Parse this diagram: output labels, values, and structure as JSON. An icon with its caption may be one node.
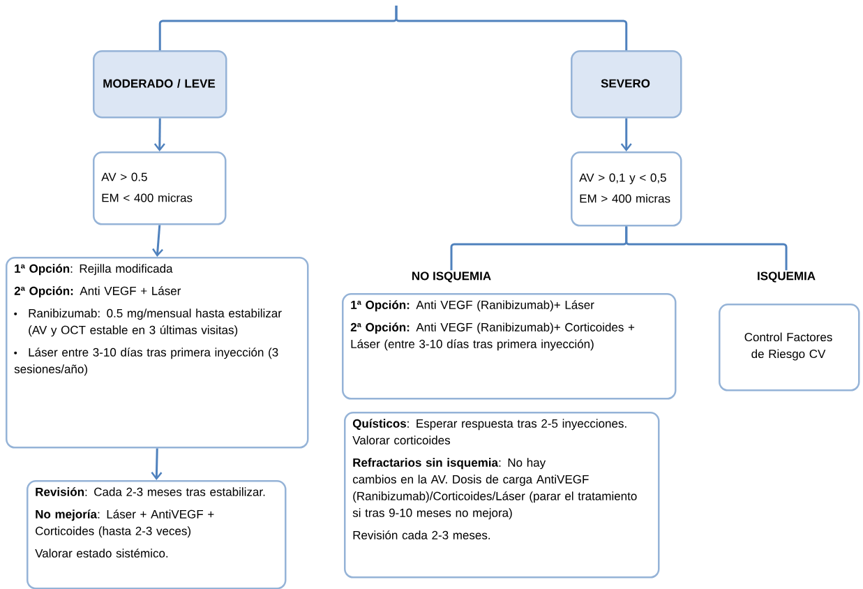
{
  "diagram": {
    "nodes": [
      {
        "text": [
          "MODERADO / LEVE"
        ]
      },
      {
        "text": [
          "SEVERO"
        ]
      },
      {
        "text": [
          "AV > 0.5",
          "EM < 400 micras"
        ]
      },
      {
        "text": [
          "AV > 0,1 y < 0,5",
          "EM > 400 micras"
        ]
      },
      {
        "text": [
          "**1ª Opción**: Rejilla modificada",
          "**2ª Opción:** Anti VEGF + Láser",
          "Ranibizumab: 0.5 mg/mensual hasta estabilizar (AV y OCT estable en 3 últimas visitas)",
          "Láser entre 3-10 días tras primera inyección (3 sesiones/año)"
        ]
      },
      {
        "text": [
          "**Revisión**: Cada 2-3 meses tras estabilizar.",
          "**No mejoría**: Láser + AntiVEGF + Corticoides (hasta 2-3 veces)",
          "Valorar estado sistémico."
        ]
      },
      {
        "text": [
          "NO ISQUEMIA",
          "**1ª Opción:** Anti VEGF (Ranibizumab)+ Láser",
          "**2ª Opción:** Anti VEGF (Ranibizumab)+ Corticoides + Láser (entre 3-10 días tras primera inyección)"
        ]
      },
      {
        "text": [
          "ISQUEMIA",
          "Control Factores de Riesgo CV"
        ]
      },
      {
        "text": [
          "**Quísticos**: Esperar respuesta tras 2-5 inyecciones. Valorar corticoides",
          "**Refractarios sin isquemia**: No hay cambios en la AV. Dosis de carga AntiVEGF (Ranibizumab)/Corticoides/Láser (parar el tratamiento si tras 9-10 meses no mejora)",
          "Revisión cada 2-3 meses."
        ]
      }
    ],
    "edges": [
      {
        "from": 0,
        "to": 2,
        "arrow": "to"
      },
      {
        "from": 2,
        "to": 4,
        "arrow": "to"
      },
      {
        "from": 4,
        "to": 5,
        "arrow": "to"
      },
      {
        "from": 1,
        "to": 3,
        "arrow": "to"
      },
      {
        "from": 3,
        "to": 6,
        "arrow": "none"
      },
      {
        "from": 3,
        "to": 7,
        "arrow": "none"
      },
      {
        "from": null,
        "to": 0,
        "arrow": "none"
      },
      {
        "from": null,
        "to": 1,
        "arrow": "none"
      }
    ]
  }
}
